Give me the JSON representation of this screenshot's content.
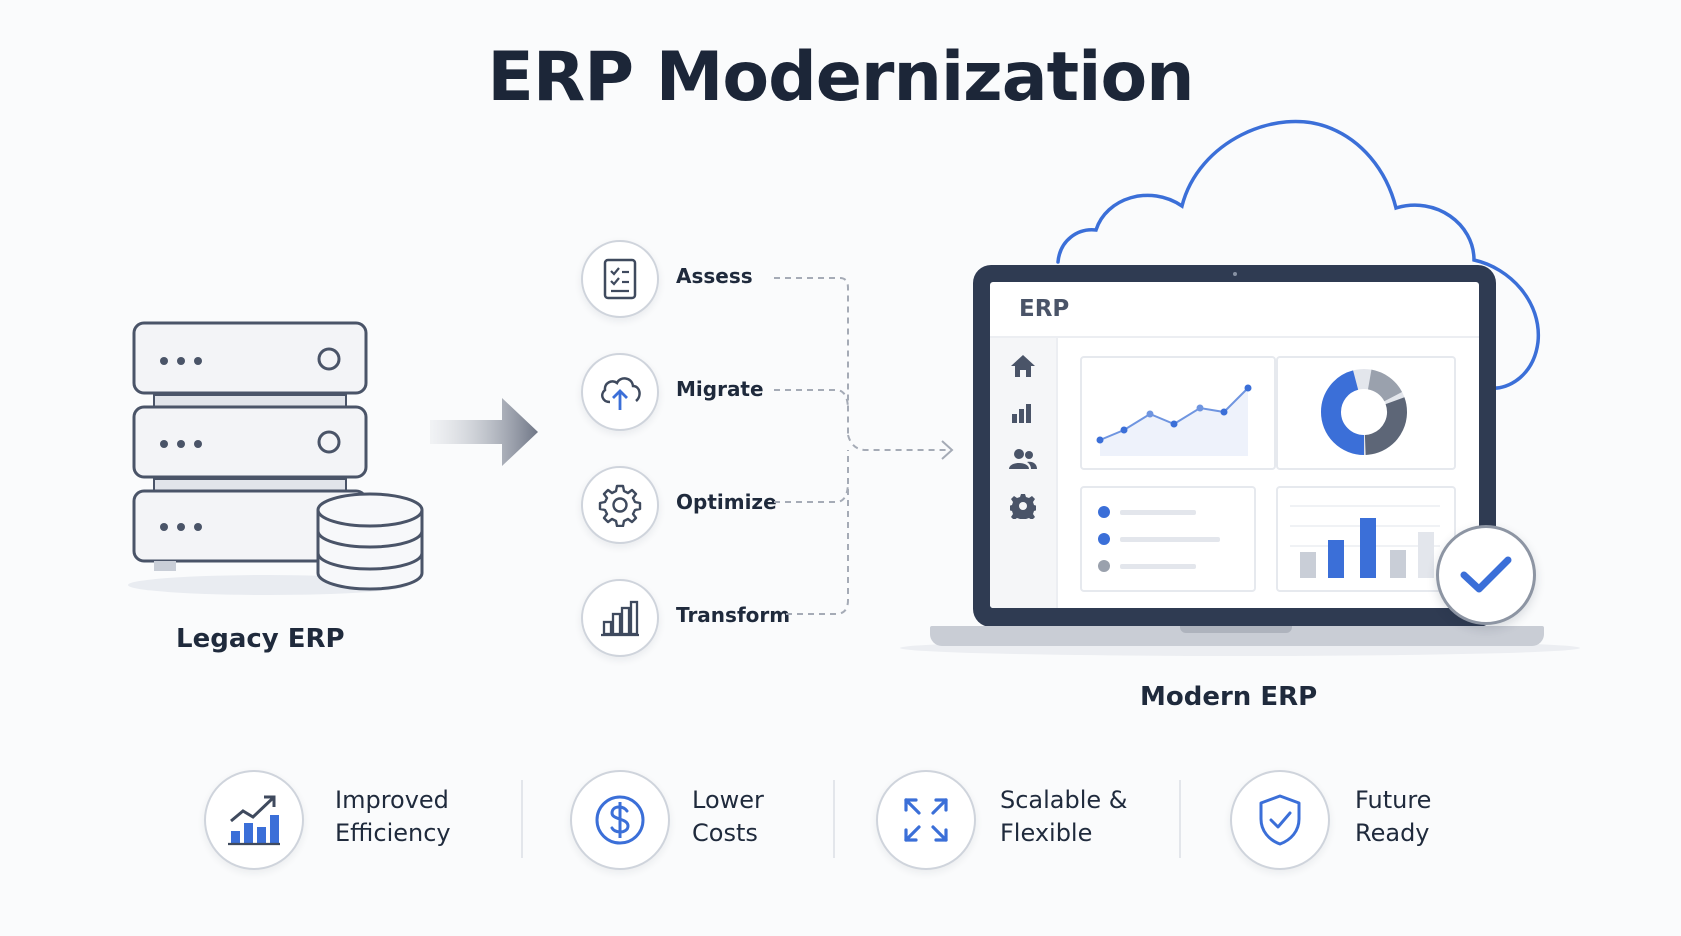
{
  "title": "ERP Modernization",
  "legacy": {
    "label": "Legacy ERP"
  },
  "modern": {
    "label": "Modern ERP",
    "app_name": "ERP"
  },
  "steps": [
    {
      "label": "Assess",
      "icon": "checklist-icon"
    },
    {
      "label": "Migrate",
      "icon": "cloud-upload-icon"
    },
    {
      "label": "Optimize",
      "icon": "gear-icon"
    },
    {
      "label": "Transform",
      "icon": "bar-chart-icon"
    }
  ],
  "sidebar_icons": [
    "home-icon",
    "bar-chart-icon",
    "users-icon",
    "gear-icon"
  ],
  "benefits": [
    {
      "line1": "Improved",
      "line2": "Efficiency",
      "icon": "growth-chart-icon"
    },
    {
      "line1": "Lower",
      "line2": "Costs",
      "icon": "dollar-icon"
    },
    {
      "line1": "Scalable &",
      "line2": "Flexible",
      "icon": "expand-arrows-icon"
    },
    {
      "line1": "Future",
      "line2": "Ready",
      "icon": "shield-check-icon"
    }
  ],
  "colors": {
    "accent": "#3b6fd8",
    "dark": "#1c2638",
    "laptop_frame": "#2f3b52",
    "icon_gray": "#4a5468"
  }
}
